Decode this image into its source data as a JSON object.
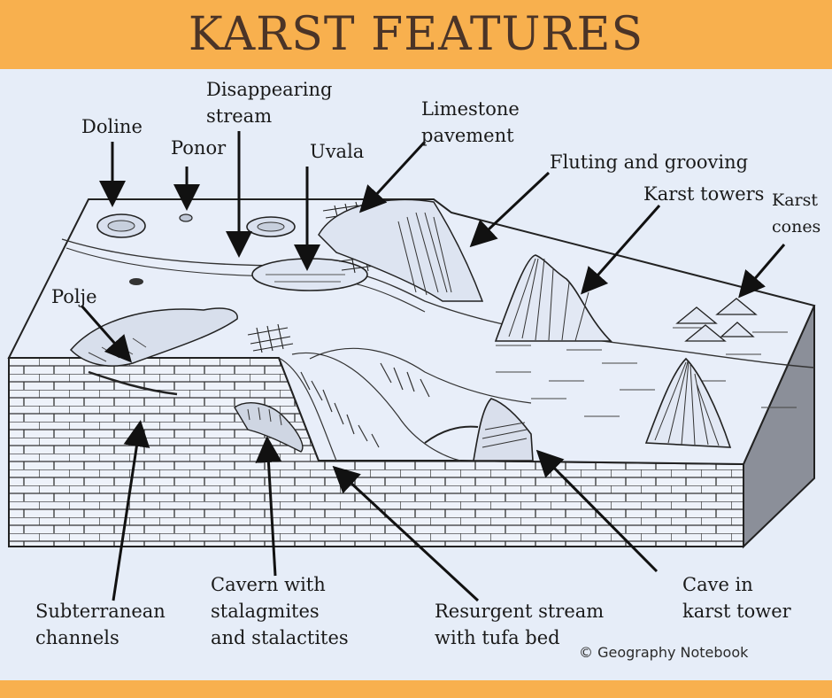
{
  "title": "KARST FEATURES",
  "labels": {
    "doline": "Doline",
    "ponor": "Ponor",
    "disappearing_stream": "Disappearing\nstream",
    "uvala": "Uvala",
    "limestone_pavement": "Limestone\npavement",
    "fluting": "Fluting and grooving",
    "karst_towers": "Karst towers",
    "karst_cones": "Karst\ncones",
    "polje": "Polje",
    "subterranean": "Subterranean\nchannels",
    "cavern": "Cavern with\nstalagmites\nand stalactites",
    "resurgent": "Resurgent stream\nwith tufa bed",
    "cave_tower": "Cave in\nkarst tower"
  },
  "credit": "© Geography Notebook",
  "colors": {
    "banner": "#f8b04e",
    "title": "#4b3427",
    "background": "#e6edf8",
    "ink": "#1a1a1a"
  }
}
